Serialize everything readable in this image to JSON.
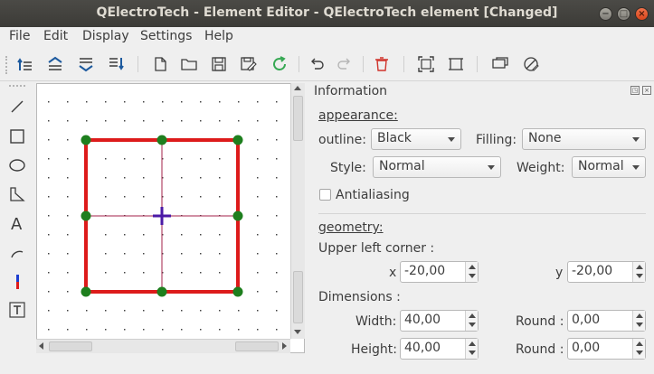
{
  "window": {
    "title": "QElectroTech - Element Editor - QElectroTech element [Changed]",
    "controls": {
      "minimize": "−",
      "maximize": "□",
      "close": "×"
    }
  },
  "menu": [
    "File",
    "Edit",
    "Display",
    "Settings",
    "Help"
  ],
  "toolbar": {
    "icons": [
      "bring-forward-icon",
      "raise-icon",
      "lower-icon",
      "send-backward-icon",
      "new-icon",
      "open-icon",
      "save-icon",
      "save-as-icon",
      "reload-icon",
      "undo-icon",
      "redo-icon",
      "delete-icon",
      "zoom-fit-icon",
      "zoom-reset-icon",
      "properties-icon",
      "edit-names-icon"
    ]
  },
  "palette": {
    "icons": [
      "line-tool-icon",
      "rectangle-tool-icon",
      "ellipse-tool-icon",
      "polygon-tool-icon",
      "text-tool-icon",
      "arc-tool-icon",
      "terminal-tool-icon",
      "dynamic-text-tool-icon"
    ]
  },
  "colors": {
    "titlebar": "#3c3b37",
    "shape_outline": "#dd1b1b",
    "handle": "#1e7f1e",
    "center_cross": "#4b1aa6"
  },
  "panel": {
    "title": "Information",
    "appearance": {
      "heading": "appearance:",
      "outline_label": "outline:",
      "outline_value": "Black",
      "filling_label": "Filling:",
      "filling_value": "None",
      "style_label": "Style:",
      "style_value": "Normal",
      "weight_label": "Weight:",
      "weight_value": "Normal",
      "antialiasing_label": "Antialiasing",
      "antialiasing_checked": false
    },
    "geometry": {
      "heading": "geometry:",
      "upper_left_label": "Upper left corner :",
      "x_label": "x",
      "x_value": "-20,00",
      "y_label": "y",
      "y_value": "-20,00",
      "dimensions_label": "Dimensions :",
      "width_label": "Width:",
      "width_value": "40,00",
      "height_label": "Height:",
      "height_value": "40,00",
      "round1_label": "Round :",
      "round1_value": "0,00",
      "round2_label": "Round :",
      "round2_value": "0,00"
    }
  }
}
